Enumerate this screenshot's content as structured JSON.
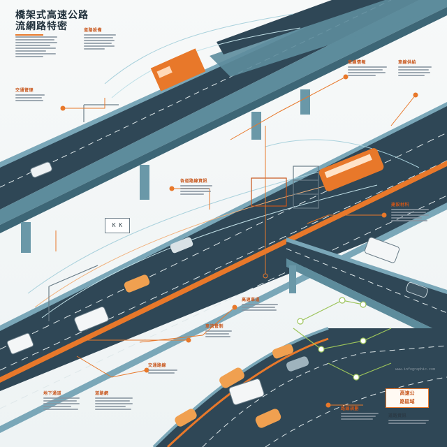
{
  "title": "橋架式高速公路\n流網路特密",
  "labels": [
    {
      "caption": "道路設備"
    },
    {
      "caption": "交通管理"
    },
    {
      "caption": "車線情報"
    },
    {
      "caption": "車線供給"
    },
    {
      "caption": "各道路線資訊"
    },
    {
      "caption": "建設材料"
    },
    {
      "caption": "高速車道"
    },
    {
      "caption": "車流管制"
    },
    {
      "caption": "交通路線"
    },
    {
      "caption": "地下通道"
    },
    {
      "caption": "道路網"
    },
    {
      "caption": "路線規劃"
    },
    {
      "caption": "道路資訊"
    }
  ],
  "sign_text": "K  K",
  "bottom_box": "高速公\n路區域",
  "url_text": "www.infographic.com",
  "colors": {
    "road": "#2f4756",
    "road_edge": "#7aa7b8",
    "bridge": "#6a98a8",
    "orange": "#e8782a",
    "accent_green": "#9cc45a",
    "background": "#f4f6f5"
  }
}
